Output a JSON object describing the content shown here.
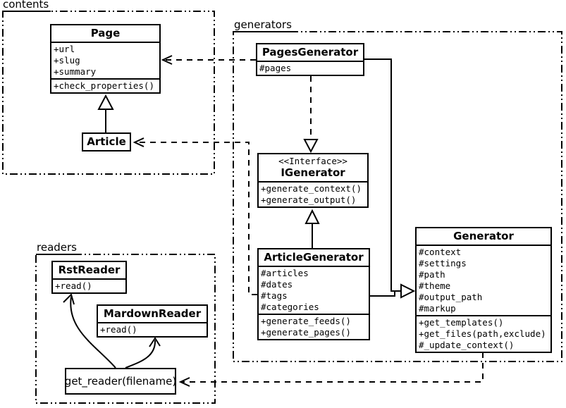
{
  "colors": {
    "foreground": "#000000",
    "background": "#ffffff"
  },
  "packages": {
    "contents": {
      "label": "contents"
    },
    "generators": {
      "label": "generators"
    },
    "readers": {
      "label": "readers"
    }
  },
  "classes": {
    "page": {
      "title": "Page",
      "attributes": [
        "+url",
        "+slug",
        "+summary"
      ],
      "methods": [
        "+check_properties()"
      ]
    },
    "article": {
      "title": "Article"
    },
    "pages_generator": {
      "title": "PagesGenerator",
      "attributes": [
        "#pages"
      ]
    },
    "igenerator": {
      "stereotype": "<<Interface>>",
      "title": "IGenerator",
      "methods": [
        "+generate_context()",
        "+generate_output()"
      ]
    },
    "article_generator": {
      "title": "ArticleGenerator",
      "attributes": [
        "#articles",
        "#dates",
        "#tags",
        "#categories"
      ],
      "methods": [
        "+generate_feeds()",
        "+generate_pages()"
      ]
    },
    "generator": {
      "title": "Generator",
      "attributes": [
        "#context",
        "#settings",
        "#path",
        "#theme",
        "#output_path",
        "#markup"
      ],
      "methods": [
        "+get_templates()",
        "+get_files(path,exclude)",
        "#_update_context()"
      ]
    },
    "rst_reader": {
      "title": "RstReader",
      "methods": [
        "+read()"
      ]
    },
    "mardown_reader": {
      "title": "MardownReader",
      "methods": [
        "+read()"
      ]
    },
    "get_reader": {
      "label": "get_reader(filename)"
    }
  }
}
